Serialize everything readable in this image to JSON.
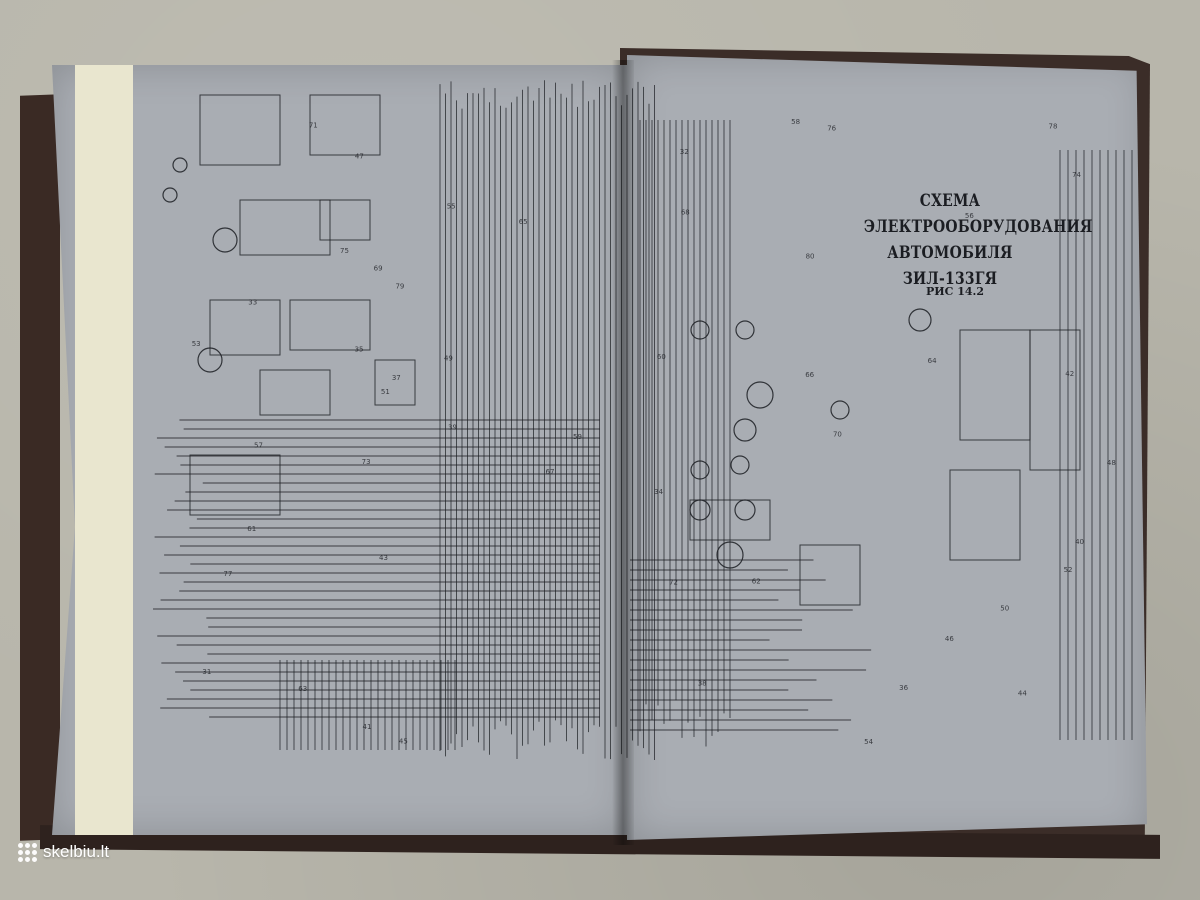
{
  "scene": {
    "subject": "open-book-wiring-diagram",
    "colors": {
      "page": "#a9adb3",
      "ink": "#1b1d22",
      "cover": "#3b2d28",
      "background": "#b8b6ab"
    }
  },
  "diagram": {
    "title_lines": [
      "СХЕМА",
      "ЭЛЕКТРООБОРУДОВАНИЯ",
      "АВТОМОБИЛЯ",
      "ЗИЛ-133ГЯ"
    ],
    "figure_label": "РИС 14.2",
    "wire_labels": [
      "31",
      "32",
      "33",
      "34",
      "35",
      "36",
      "37",
      "38",
      "39",
      "40",
      "41",
      "42",
      "43",
      "44",
      "45",
      "46",
      "47",
      "48",
      "49",
      "50",
      "51",
      "52",
      "53",
      "54",
      "55",
      "56",
      "57",
      "58",
      "59",
      "60",
      "61",
      "62",
      "63",
      "64",
      "65",
      "66",
      "67",
      "68",
      "69",
      "70",
      "71",
      "72",
      "73",
      "74",
      "75",
      "76",
      "77",
      "78",
      "79",
      "80"
    ]
  },
  "watermark": {
    "text": "skelbiu.lt",
    "icon": "dots-grid-icon"
  }
}
